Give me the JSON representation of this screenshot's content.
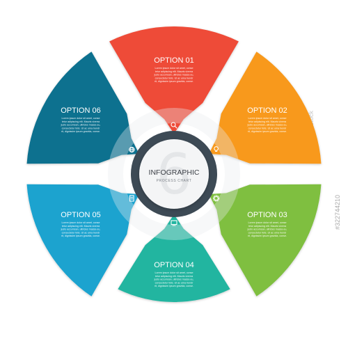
{
  "diagram": {
    "center": {
      "title": "INFOGRAPHIC",
      "subtitle": "PROCESS CHART",
      "number": "6"
    },
    "options": [
      {
        "label": "OPTION 01",
        "color": "#ee4b37",
        "icon": "magnifier-icon",
        "body": [
          "Lorem ipsum dolor sit amet, conse",
          "tetur adipiscing elit. Mauris viverra",
          "justo accumsan, ultricies massa eu,",
          "consectetur felis. Ut ac urna hendr",
          "rit, dignissim ipsum gravida, conse."
        ]
      },
      {
        "label": "OPTION 02",
        "color": "#f8991d",
        "icon": "lightbulb-icon",
        "body": [
          "Lorem ipsum dolor sit amet, conse",
          "tetur adipiscing elit. Mauris viverra",
          "justo accumsan, ultricies massa eu,",
          "consectetur felis. Ut ac urna hendr",
          "rit, dignissim ipsum gravida, conse."
        ]
      },
      {
        "label": "OPTION 03",
        "color": "#7fbf41",
        "icon": "gear-icon",
        "body": [
          "Lorem ipsum dolor sit amet, conse",
          "tetur adipiscing elit. Mauris viverra",
          "justo accumsan, ultricies massa eu,",
          "consectetur felis. Ut ac urna hendr",
          "rit, dignissim ipsum gravida, conse."
        ]
      },
      {
        "label": "OPTION 04",
        "color": "#23b5a0",
        "icon": "monitor-icon",
        "body": [
          "Lorem ipsum dolor sit amet, conse",
          "tetur adipiscing elit. Mauris viverra",
          "justo accumsan, ultricies massa eu,",
          "consectetur felis. Ut ac urna hendr",
          "rit, dignissim ipsum gravida, conse."
        ]
      },
      {
        "label": "OPTION 05",
        "color": "#1aa3cf",
        "icon": "document-icon",
        "body": [
          "Lorem ipsum dolor sit amet, conse",
          "tetur adipiscing elit. Mauris viverra",
          "justo accumsan, ultricies massa eu,",
          "consectetur felis. Ut ac urna hendr",
          "rit, dignissim ipsum gravida, conse."
        ]
      },
      {
        "label": "OPTION 06",
        "color": "#11718f",
        "icon": "globe-icon",
        "body": [
          "Lorem ipsum dolor sit amet, conse",
          "tetur adipiscing elit. Mauris viverra",
          "justo accumsan, ultricies massa eu,",
          "consectetur felis. Ut ac urna hendr",
          "rit, dignissim ipsum gravida, conse."
        ]
      }
    ]
  },
  "watermark": {
    "brand": "Adobe Stock",
    "id": "#322744210"
  }
}
